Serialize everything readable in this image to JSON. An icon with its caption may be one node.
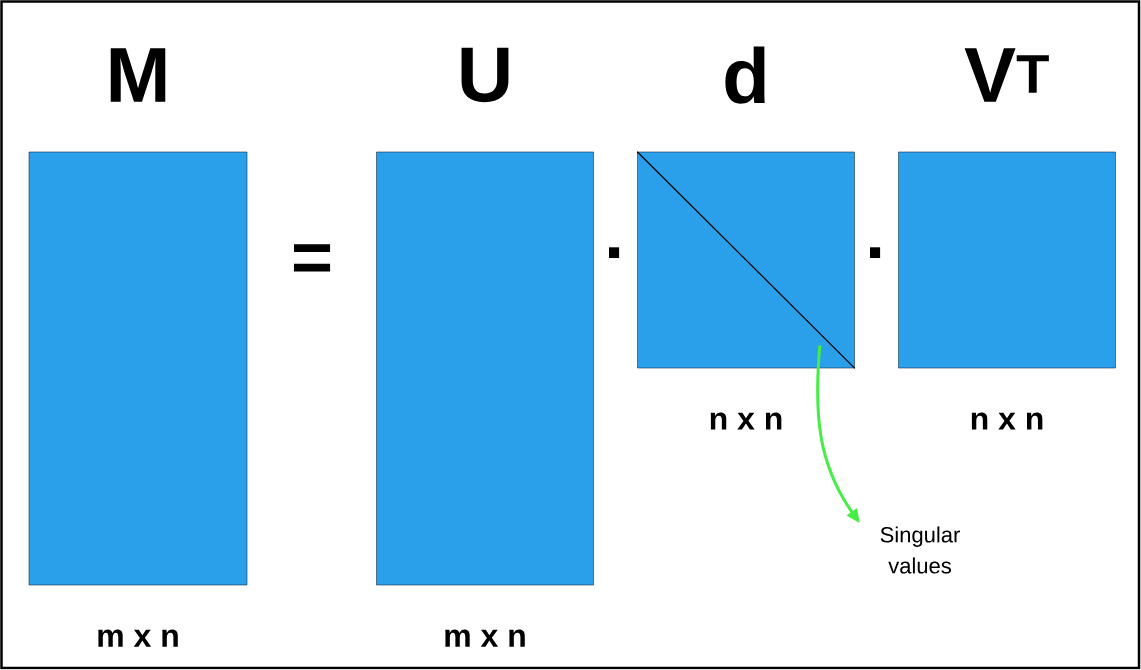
{
  "diagram": {
    "nodes": [
      {
        "text": [
          "M"
        ],
        "beside": [
          "m x n"
        ]
      },
      {
        "text": [
          "U"
        ],
        "beside": [
          "m x n"
        ]
      },
      {
        "text": [
          "d"
        ],
        "beside": [
          "n x n"
        ]
      },
      {
        "text": [
          "V$^{T}$"
        ],
        "beside": [
          "n x n"
        ]
      },
      {
        "text": [
          "Singular values"
        ]
      }
    ],
    "edges": [
      {
        "from": 2,
        "to": 4,
        "arrow": "to",
        "color": "#44ee44"
      }
    ],
    "labels": [
      "=",
      "·",
      "·"
    ]
  }
}
